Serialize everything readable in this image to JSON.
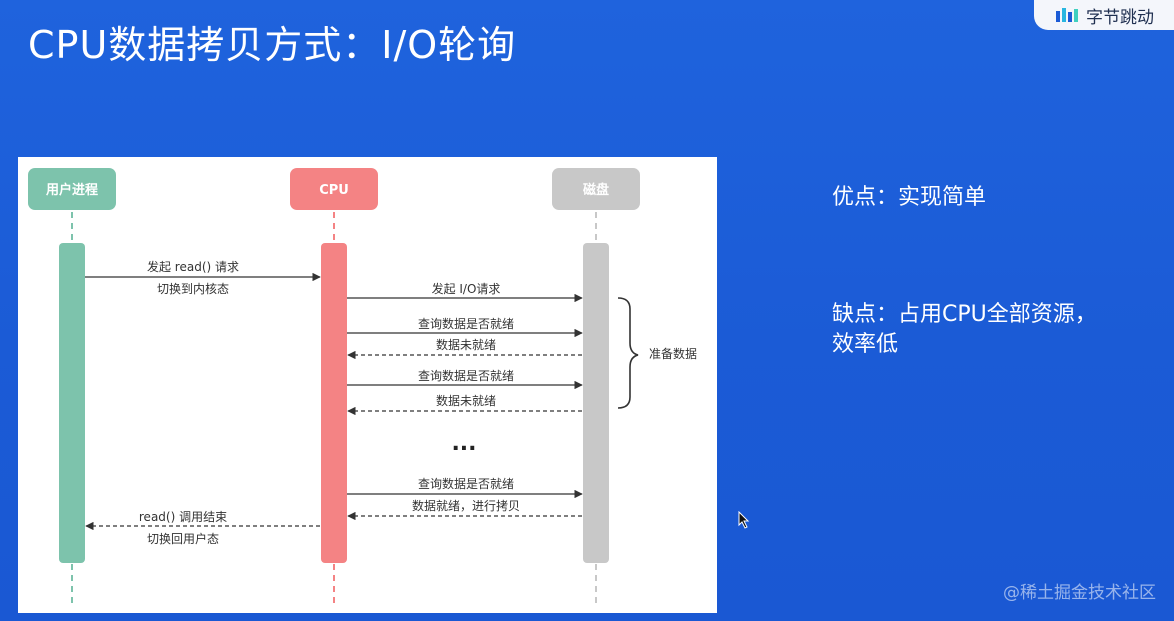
{
  "slide": {
    "title": "CPU数据拷贝方式：I/O轮询"
  },
  "logo": {
    "text": "字节跳动"
  },
  "diagram": {
    "participants": [
      "用户进程",
      "CPU",
      "磁盘"
    ],
    "messages": [
      "发起 read() 请求",
      "切换到内核态",
      "发起 I/O请求",
      "查询数据是否就绪",
      "数据未就绪",
      "查询数据是否就绪",
      "数据未就绪",
      "查询数据是否就绪",
      "数据就绪，进行拷贝",
      "read() 调用结束",
      "切换回用户态"
    ],
    "ellipsis": "...",
    "brace_label": "准备数据"
  },
  "points": {
    "pro_title": "优点：实现简单",
    "con_line1": "缺点：占用CPU全部资源，",
    "con_line2": "效率低"
  },
  "colors": {
    "background": "#1f63dd",
    "user_process": "#7dc3ac",
    "cpu": "#f48384",
    "disk": "#c8c8c8"
  },
  "footer": {
    "watermark": "@稀土掘金技术社区"
  }
}
